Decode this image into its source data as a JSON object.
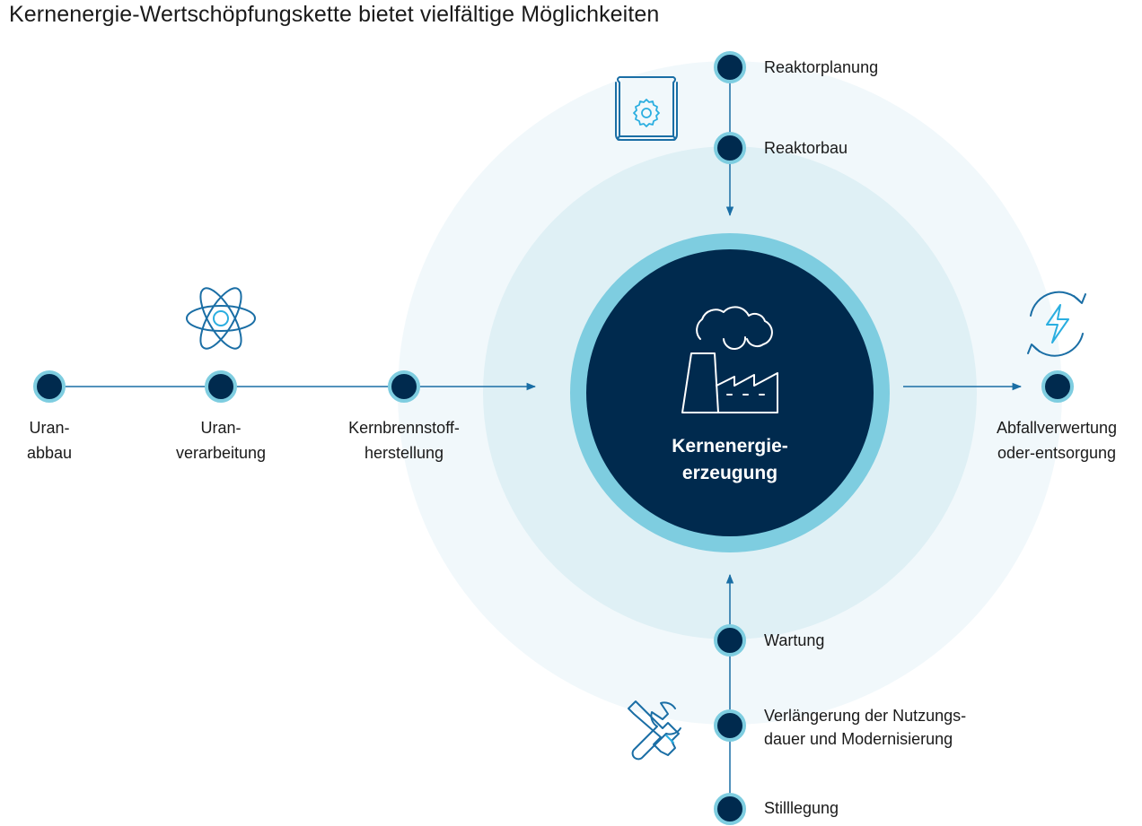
{
  "title": "Kernenergie-Wertschöpfungskette bietet vielfältige Möglichkeiten",
  "center": {
    "line1": "Kernenergie-",
    "line2": "erzeugung"
  },
  "upstream": [
    {
      "line1": "Uran-",
      "line2": "abbau"
    },
    {
      "line1": "Uran-",
      "line2": "verarbeitung"
    },
    {
      "line1": "Kernbrennstoff-",
      "line2": "herstellung"
    }
  ],
  "construction": [
    {
      "label": "Reaktorplanung"
    },
    {
      "label": "Reaktorbau"
    }
  ],
  "operations": [
    {
      "label": "Wartung"
    },
    {
      "line1": "Verlängerung der Nutzungs-",
      "line2": "dauer und Modernisierung"
    },
    {
      "label": "Stilllegung"
    }
  ],
  "downstream": {
    "line1": "Abfallverwertung",
    "line2": "oder-entsorgung"
  },
  "icons": [
    "blueprint-gear-icon",
    "atom-icon",
    "recycle-energy-icon",
    "nuclear-plant-icon",
    "wrench-screwdriver-icon"
  ],
  "colors": {
    "navy": "#002a4e",
    "ring": "#7ecde0",
    "halo_outer": "#f1f8fb",
    "halo_inner": "#dff0f5",
    "line": "#1a6ea5",
    "icon_blue": "#1a6ea5",
    "icon_light": "#2aaee0"
  }
}
